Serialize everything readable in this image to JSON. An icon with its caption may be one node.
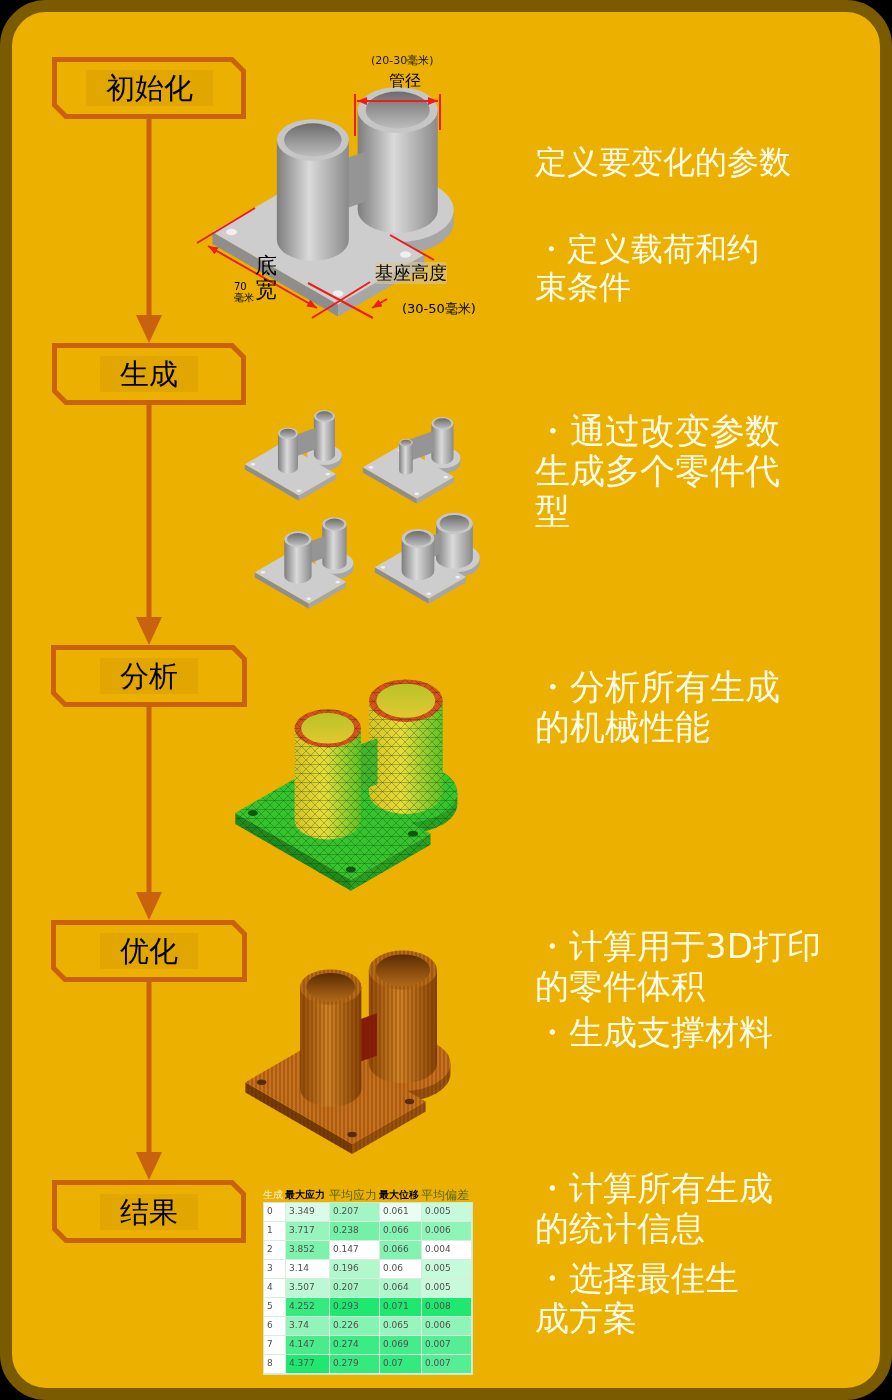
{
  "diagram": {
    "nodes": [
      {
        "text": [
          "初始化"
        ]
      },
      {
        "text": [
          "生成"
        ]
      },
      {
        "text": [
          "分析"
        ]
      },
      {
        "text": [
          "优化"
        ]
      },
      {
        "text": [
          "结果"
        ]
      }
    ],
    "edges": [
      {
        "from": 0,
        "to": 1,
        "arrow": "to"
      },
      {
        "from": 1,
        "to": 2,
        "arrow": "to"
      },
      {
        "from": 2,
        "to": 3,
        "arrow": "to"
      },
      {
        "from": 3,
        "to": 4,
        "arrow": "to"
      }
    ],
    "labels": [
      "(20-30毫米)",
      "管径",
      "定义要变化的参数",
      "底宽",
      "基座高度",
      "70毫米",
      "・定义载荷和约束条件",
      "(30-50毫米)",
      "・通过改变参数生成多个零件代型",
      "・分析所有生成的机械性能",
      "・计算用于3D打印的零件体积",
      "・生成支撑材料",
      "生成",
      "最大应力",
      "平均应力",
      "最大位移",
      "平均偏差",
      "0",
      "3.349",
      "0.207",
      "0.061",
      "0.005",
      "1",
      "3.717",
      "0.238",
      "0.066",
      "0.006",
      "2",
      "3.852",
      "0.147",
      "0.066",
      "0.004",
      "3",
      "3.14",
      "0.196",
      "0.06",
      "0.005",
      "4",
      "3.507",
      "0.207",
      "0.064",
      "0.005",
      "5",
      "4.252",
      "0.293",
      "0.071",
      "0.008",
      "6",
      "3.74",
      "0.226",
      "0.065",
      "0.006",
      "7",
      "4.147",
      "0.274",
      "0.069",
      "0.007",
      "8",
      "4.377",
      "0.279",
      "0.07",
      "0.007",
      "・计算所有生成的统计信息",
      "・选择最佳生成方案"
    ]
  }
}
